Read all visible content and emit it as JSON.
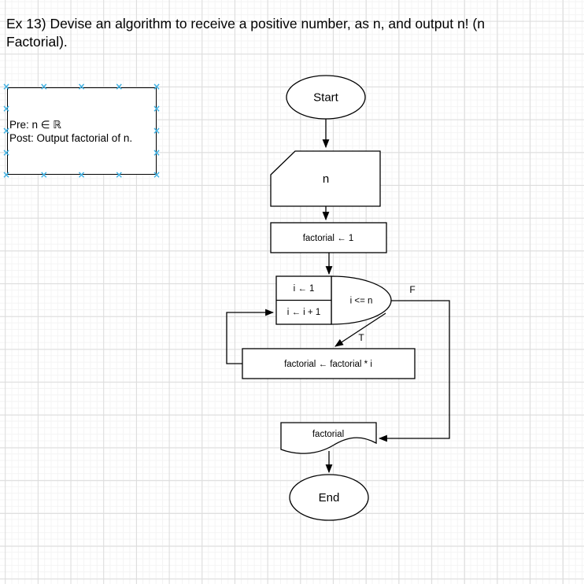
{
  "title": {
    "line1": "Ex 13) Devise an algorithm to receive a positive number, as n, and output n! (n",
    "line2": "Factorial)."
  },
  "annotation": {
    "pre": "Pre: n ∈ ℝ",
    "post": "Post: Output factorial of n."
  },
  "flowchart": {
    "start_label": "Start",
    "input_label": "n",
    "init_label": "factorial ← 1",
    "loop_init_label": "i ← 1",
    "loop_increment_label": "i ← i + 1",
    "condition_label": "i <= n",
    "branch_false_label": "F",
    "branch_true_label": "T",
    "body_label": "factorial ← factorial * i",
    "output_label": "factorial",
    "end_label": "End"
  },
  "colors": {
    "shape_stroke": "#000000",
    "selection_handle": "#3fb1e3",
    "grid_minor": "#f4f4f4",
    "grid_major": "#dcdcdc",
    "canvas_background": "#ffffff"
  }
}
